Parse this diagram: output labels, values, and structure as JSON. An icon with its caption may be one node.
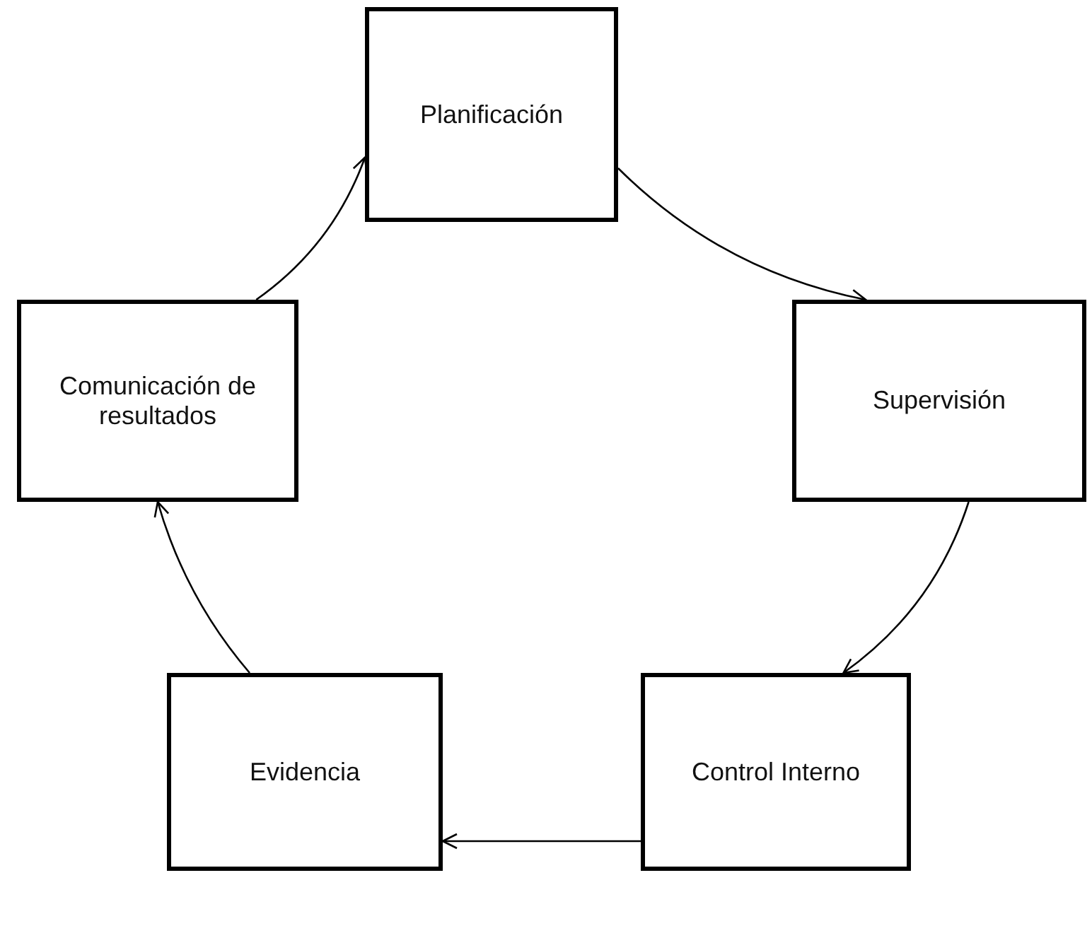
{
  "diagram": {
    "nodes": [
      {
        "text": [
          "Planificación"
        ]
      },
      {
        "text": [
          "Supervisión"
        ]
      },
      {
        "text": [
          "Control Interno"
        ]
      },
      {
        "text": [
          "Evidencia"
        ]
      },
      {
        "text": [
          "Comunicación de resultados"
        ]
      }
    ],
    "edges": [
      {
        "from": 0,
        "to": 1,
        "arrow": "to"
      },
      {
        "from": 1,
        "to": 2,
        "arrow": "to"
      },
      {
        "from": 2,
        "to": 3,
        "arrow": "to"
      },
      {
        "from": 3,
        "to": 4,
        "arrow": "to"
      },
      {
        "from": 4,
        "to": 0,
        "arrow": "to"
      }
    ]
  }
}
